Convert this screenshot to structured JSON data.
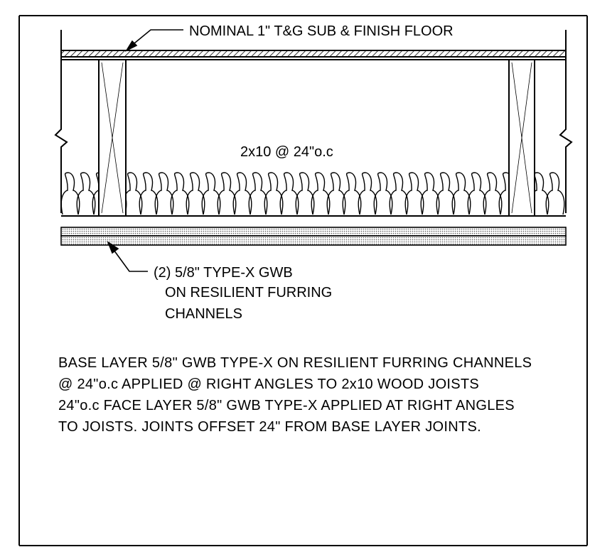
{
  "labels": {
    "top_callout": "NOMINAL 1\" T&G SUB & FINISH FLOOR",
    "joist_spec": "2x10 @ 24\"o.c",
    "bottom_callout_line1": "(2) 5/8\" TYPE-X GWB",
    "bottom_callout_line2": "ON RESILIENT FURRING",
    "bottom_callout_line3": "CHANNELS"
  },
  "notes": [
    "BASE LAYER 5/8\" GWB TYPE-X ON RESILIENT FURRING CHANNELS",
    "@ 24\"o.c APPLIED @ RIGHT ANGLES TO 2x10 WOOD JOISTS",
    "24\"o.c FACE LAYER 5/8\" GWB TYPE-X APPLIED AT RIGHT ANGLES",
    "TO JOISTS. JOINTS OFFSET 24\" FROM BASE LAYER JOINTS."
  ],
  "colors": {
    "line": "#000000",
    "background": "#ffffff",
    "gwb_fill": "#d8d8d8"
  }
}
